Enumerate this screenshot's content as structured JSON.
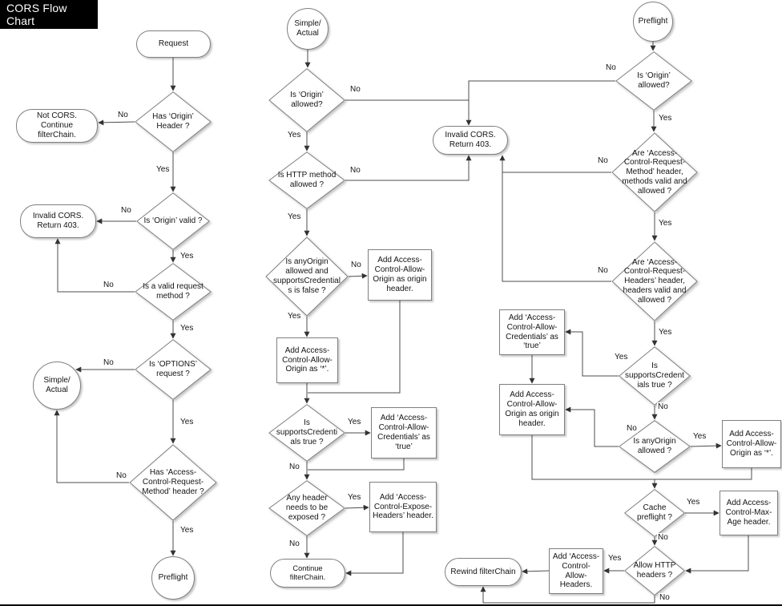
{
  "title": "CORS Flow Chart",
  "edge_labels": {
    "yes": "Yes",
    "no": "No"
  },
  "nodes": {
    "request": "Request",
    "has_origin_header": "Has ‘Origin’ Header ?",
    "not_cors": "Not CORS. Continue filterChain.",
    "is_origin_valid": "Is ‘Origin’ valid ?",
    "invalid_cors_left": "Invalid CORS. Return 403.",
    "is_valid_request_method": "Is a valid request method ?",
    "is_options_request": "Is ‘OPTIONS’ request ?",
    "simple_actual_left": "Simple/ Actual",
    "has_acrm_header": "Has ‘Access-Control-Request-Method’ header ?",
    "preflight_left": "Preflight",
    "simple_actual_mid": "Simple/ Actual",
    "is_origin_allowed_mid": "Is ‘Origin’ allowed?",
    "invalid_cors_mid": "Invalid CORS. Return 403.",
    "is_http_method_allowed": "Is HTTP method allowed ?",
    "is_anyorigin_credentials_false": "Is anyOrigin allowed and supportsCredentials is false ?",
    "add_acao_origin_mid": "Add Access-Control-Allow-Origin as origin header.",
    "add_acao_star_mid": "Add Access-Control-Allow-Origin as ‘*’.",
    "is_supports_credentials_mid": "Is supportsCredentials true ?",
    "add_acac_true_mid": "Add ‘Access-Control-Allow-Credentials’ as ‘true’",
    "any_header_exposed": "Any header needs to be exposed ?",
    "add_aceh": "Add ‘Access-Control-Expose-Headers’ header.",
    "continue_filterchain": "Continue filterChain.",
    "preflight_top": "Preflight",
    "is_origin_allowed_right": "Is ‘Origin’ allowed?",
    "are_acrm_valid": "Are ‘Access-Control-Request-Method’ header, methods  valid and allowed ?",
    "are_acrh_valid": "Are ‘Access-Control-Request-Headers’ header, headers valid and allowed ?",
    "is_supports_credentials_right": "Is supportsCredentials true ?",
    "add_acac_true_right": "Add ‘Access-Control-Allow-Credentials’ as ‘true’",
    "add_acao_origin_right": "Add Access-Control-Allow-Origin as origin header.",
    "is_anyorigin_allowed": "Is anyOrigin allowed ?",
    "add_acao_star_right": "Add Access-Control-Allow-Origin as ‘*’.",
    "cache_preflight": "Cache preflight ?",
    "add_max_age": "Add Access-Control-Max-Age header.",
    "allow_http_headers": "Allow HTTP headers ?",
    "add_acah": "Add ‘Access-Control-Allow-Headers.",
    "rewind_filterchain": "Rewind filterChain"
  }
}
